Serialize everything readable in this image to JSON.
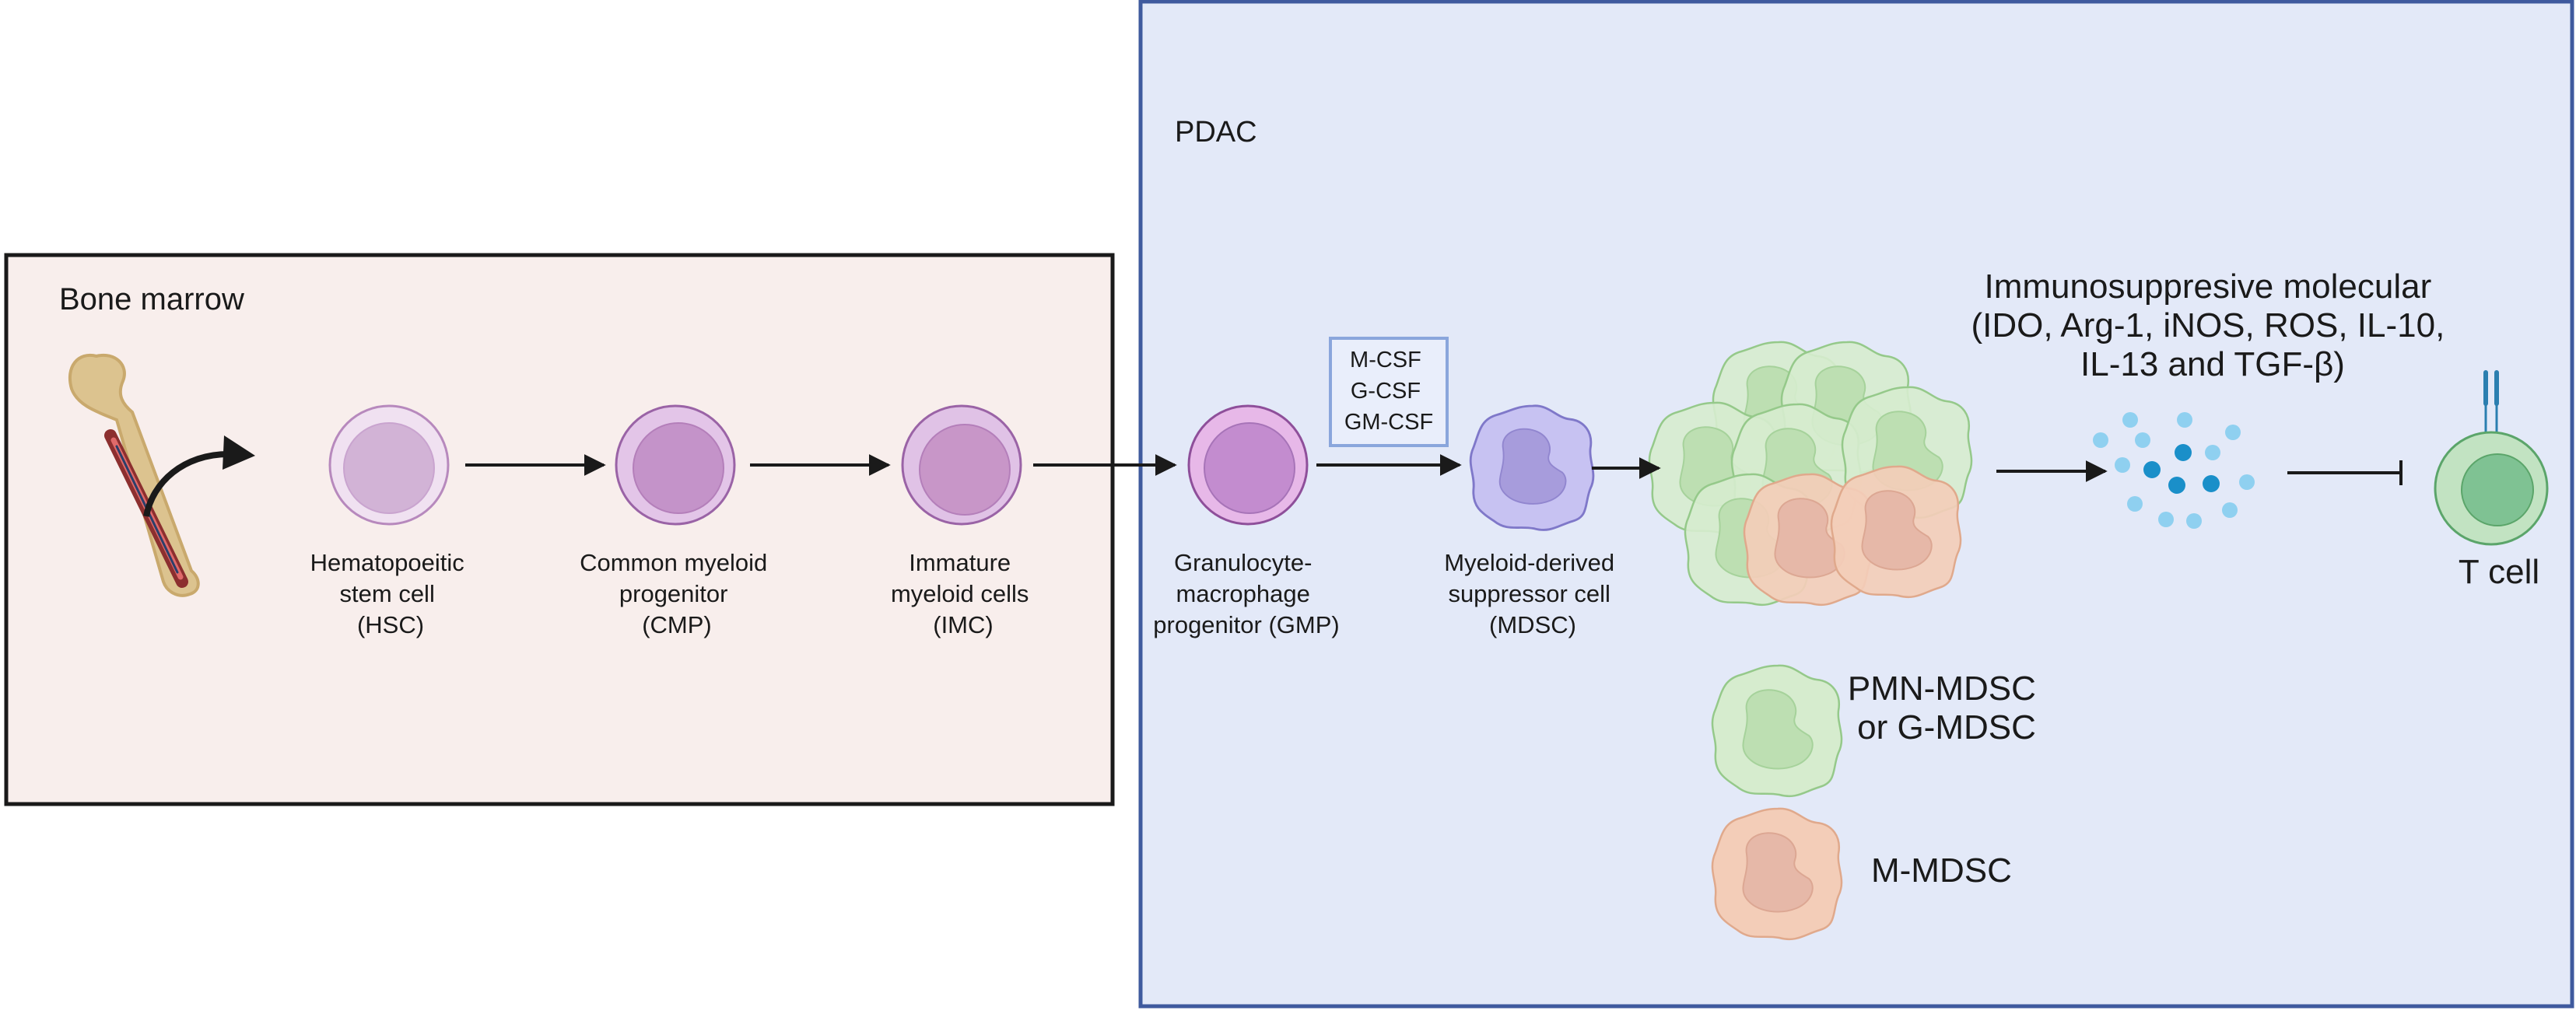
{
  "regions": {
    "bone_marrow": "Bone marrow",
    "pdac": "PDAC"
  },
  "cells": {
    "hsc": [
      "Hematopoeitic",
      "stem cell",
      "(HSC)"
    ],
    "cmp": [
      "Common myeloid",
      "progenitor",
      "(CMP)"
    ],
    "imc": [
      "Immature",
      "myeloid cells",
      "(IMC)"
    ],
    "gmp": [
      "Granulocyte-",
      "macrophage",
      "progenitor (GMP)"
    ],
    "mdsc": [
      "Myeloid-derived",
      "suppressor cell",
      "(MDSC)"
    ],
    "t_cell": "T cell"
  },
  "factors": [
    "M-CSF",
    "G-CSF",
    "GM-CSF"
  ],
  "molecules": [
    "Immunosuppresive molecular",
    "(IDO, Arg-1, iNOS, ROS, IL-10,",
    "IL-13 and TGF-β)"
  ],
  "legend": {
    "pmn": [
      "PMN-MDSC",
      "or G-MDSC"
    ],
    "m": "M-MDSC"
  },
  "colors": {
    "bone_marrow_fill": "#f8eeec",
    "pdac_fill": "#e3e9f8",
    "pdac_border": "#3f5a9e",
    "progenitor_purple": "#c99bd0",
    "mdsc_violet": "#b9b1ea",
    "pmn_green": "#cfe8c6",
    "m_peach": "#f3cdb8",
    "molecule_blue": "#45aee0",
    "t_cell_green": "#8ec99a"
  }
}
